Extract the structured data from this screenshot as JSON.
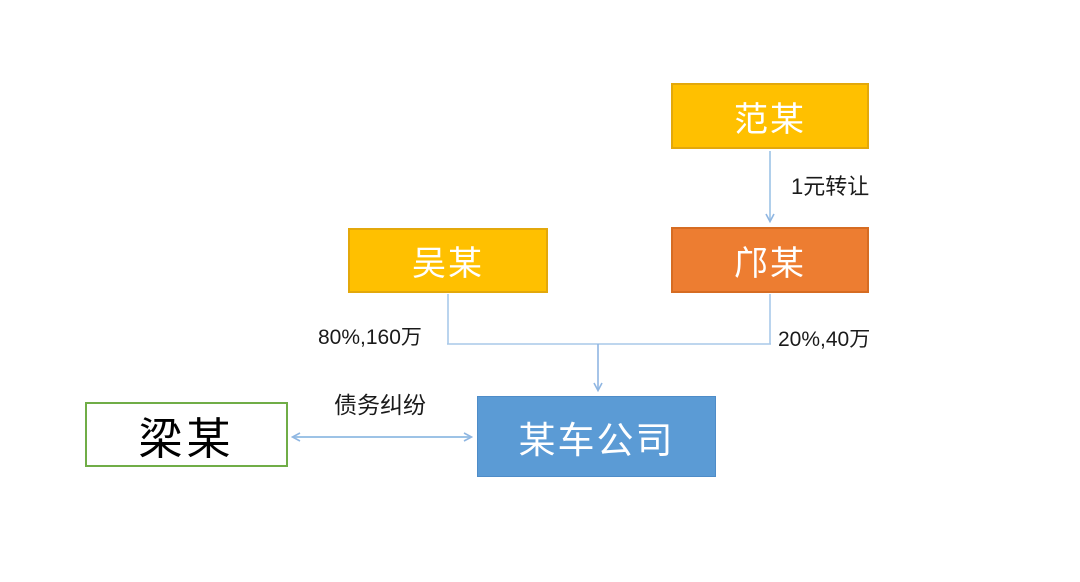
{
  "diagram": {
    "title": "equity-and-debt-relationship-chart",
    "background_color": "#ffffff",
    "connector_color": "#9DC3E6",
    "nodes": {
      "fan": {
        "label": "范某",
        "fill": "#FFC000",
        "border": "#E3A80B",
        "text_color": "#ffffff"
      },
      "wu": {
        "label": "吴某",
        "fill": "#FFC000",
        "border": "#E3A80B",
        "text_color": "#ffffff"
      },
      "kuang": {
        "label": "邝某",
        "fill": "#ED7D31",
        "border": "#D66C22",
        "text_color": "#ffffff"
      },
      "company": {
        "label": "某车公司",
        "fill": "#5B9BD5",
        "border": "#4E8CC8",
        "text_color": "#ffffff"
      },
      "liang": {
        "label": "梁某",
        "fill": "#ffffff",
        "border": "#70AD47",
        "text_color": "#000000"
      }
    },
    "edges": {
      "fan_to_kuang": {
        "label": "1元转让",
        "from": "fan",
        "to": "kuang",
        "style": "arrow-down"
      },
      "wu_to_company": {
        "label": "80%,160万",
        "from": "wu",
        "to": "company",
        "style": "branch"
      },
      "kuang_to_company": {
        "label": "20%,40万",
        "from": "kuang",
        "to": "company",
        "style": "branch"
      },
      "liang_company": {
        "label": "债务纠纷",
        "from": "liang",
        "to": "company",
        "style": "double-arrow"
      }
    }
  }
}
